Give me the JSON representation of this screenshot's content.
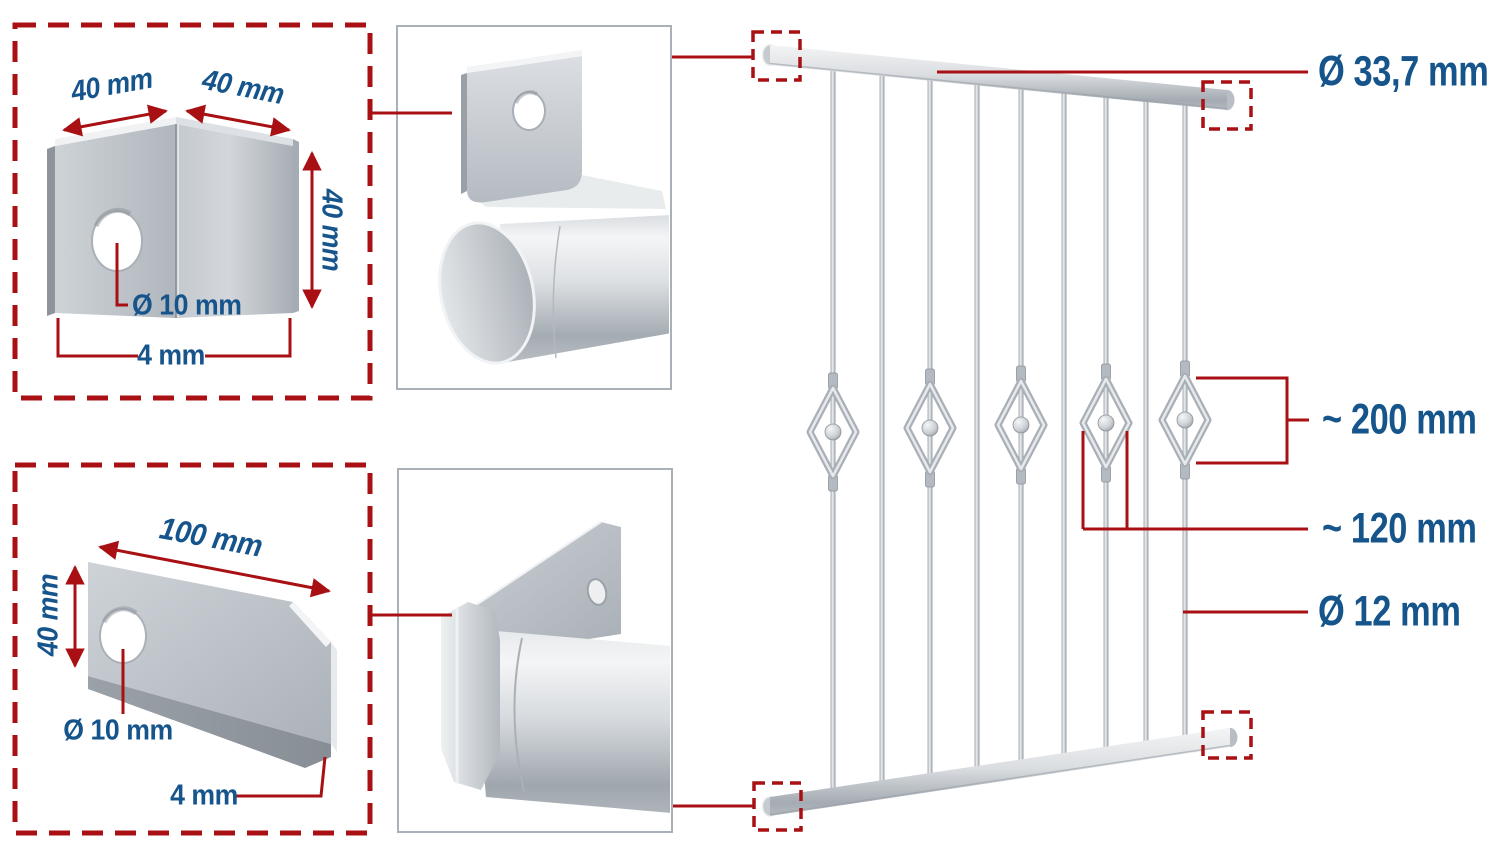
{
  "palette": {
    "annotation_red": "#a81013",
    "label_blue": "#16548c",
    "metal_light": "#f4f5f6",
    "metal_dark": "#9aa1a8"
  },
  "bracket_box": {
    "width_left": "40 mm",
    "width_right": "40 mm",
    "height": "40 mm",
    "hole_diameter": "Ø 10 mm",
    "thickness": "4 mm"
  },
  "plate_box": {
    "length": "100 mm",
    "width": "40 mm",
    "hole_diameter": "Ø 10 mm",
    "thickness": "4 mm"
  },
  "grille": {
    "top_rail_diameter": "Ø 33,7 mm",
    "ornament_height": "~ 200 mm",
    "ornament_width": "~ 120 mm",
    "bar_diameter": "Ø 12 mm",
    "bar_count": 9,
    "ornament_count": 5
  }
}
